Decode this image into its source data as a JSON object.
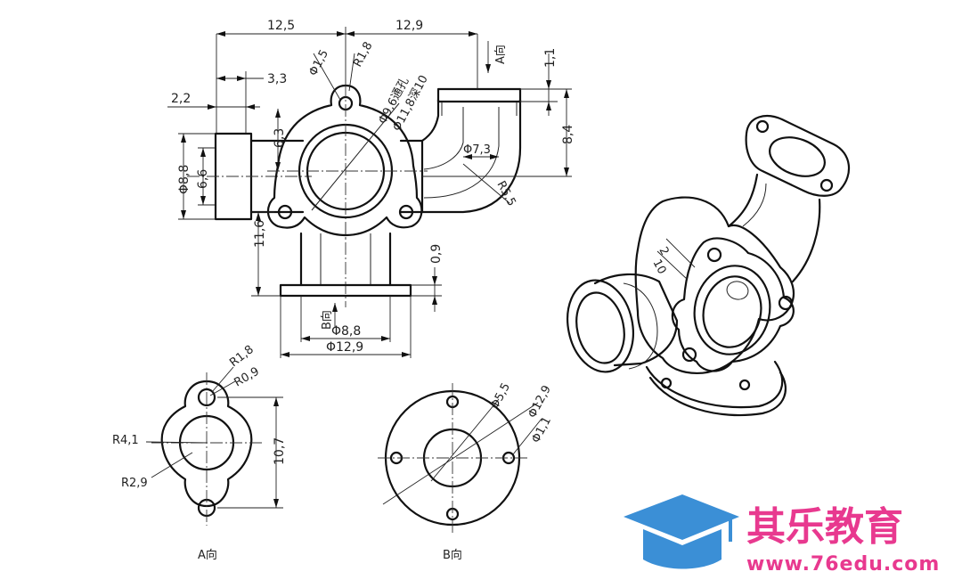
{
  "main_view": {
    "dims": {
      "w_left_top": "12,5",
      "w_right_top": "12,9",
      "flange_len": "3,3",
      "flange_thk": "2,2",
      "bolt_dia": "Φ1,5",
      "boss_r": "R1,8",
      "bore_through": "Φ9,6通孔",
      "bore_deep": "Φ11,8深10",
      "view_a_arrow": "A向",
      "top_flange_h": "1,1",
      "elbow_h": "8,4",
      "elbow_bore": "Φ7,3",
      "elbow_r": "R5,5",
      "left_outer": "Φ8,8",
      "left_inner": "6,6",
      "center_h": "6,3",
      "overall_h": "11,6",
      "base_thk": "0,9",
      "view_b_arrow": "B向",
      "bottom_inner": "Φ8,8",
      "bottom_outer": "Φ12,9"
    }
  },
  "view_a": {
    "label": "A向",
    "dims": {
      "r_big": "R1,8",
      "r_small": "R0,9",
      "r_outer": "R4,1",
      "r_inner": "R2,9",
      "height": "10,7"
    }
  },
  "view_b": {
    "label": "B向",
    "dims": {
      "inner": "Φ5,5",
      "outer": "Φ12,9",
      "hole": "Φ1,1"
    }
  },
  "watermark": {
    "title": "其乐教育",
    "url": "www.76edu.com",
    "color": "#e8398f",
    "icon_color": "#3b8fd6"
  }
}
